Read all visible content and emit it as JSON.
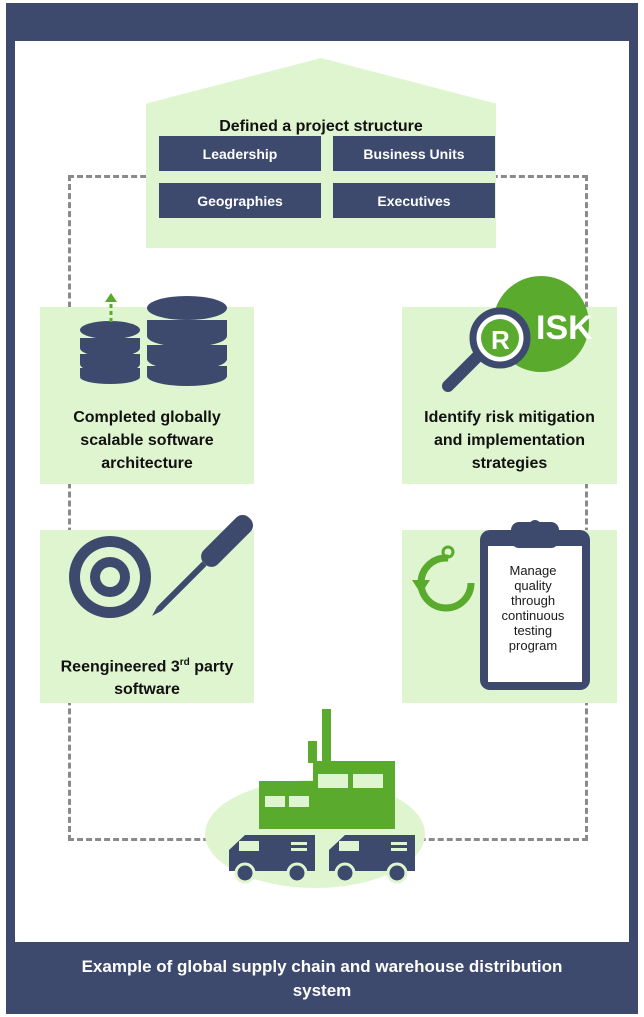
{
  "colors": {
    "navy": "#3d4a6e",
    "light_green": "#dff5d0",
    "green": "#5aaa2e",
    "dash_gray": "#8a8a8a"
  },
  "structure": {
    "title": "Defined a project structure",
    "tags": [
      "Leadership",
      "Business Units",
      "Geographies",
      "Executives"
    ]
  },
  "architecture": {
    "icon": "database-stack-icon",
    "label_lines": [
      "Completed globally",
      "scalable software",
      "architecture"
    ]
  },
  "risk": {
    "icon": "magnifier-risk-icon",
    "badge_word": "ISK",
    "badge_letter": "R",
    "label_lines": [
      "Identify risk mitigation",
      "and implementation",
      "strategies"
    ]
  },
  "reengineer": {
    "icon": "target-screwdriver-icon",
    "label_prefix": "Reengineered 3",
    "label_sup": "rd",
    "label_suffix": " party",
    "label_line2": "software"
  },
  "quality": {
    "icon": "clipboard-stopwatch-icon",
    "text_lines": [
      "Manage",
      "quality",
      "through",
      "continuous",
      "testing",
      "program"
    ]
  },
  "warehouse": {
    "icon": "factory-trucks-icon"
  },
  "footer": {
    "title": "Example of global supply chain and warehouse distribution system"
  }
}
